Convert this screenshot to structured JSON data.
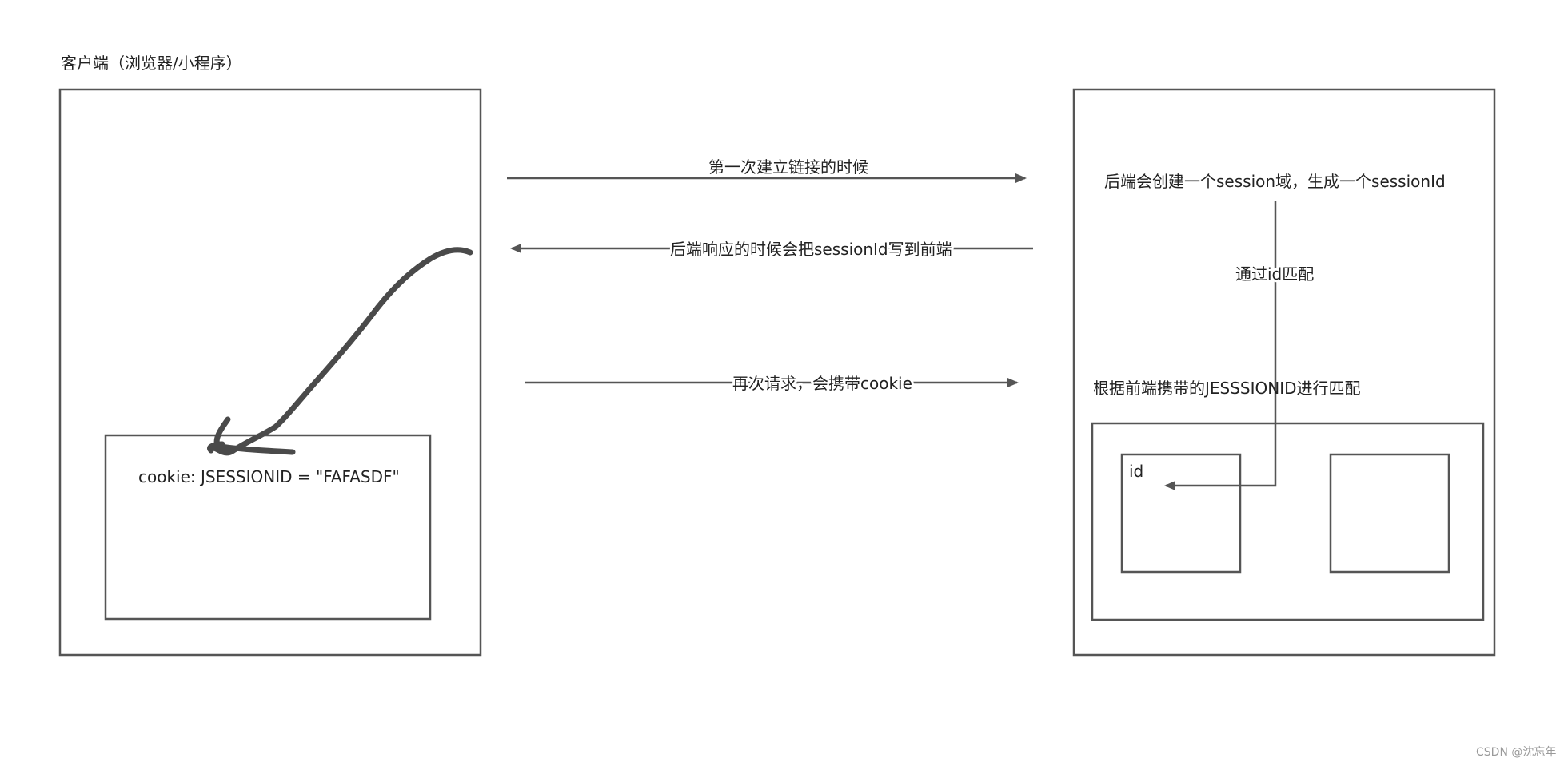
{
  "diagram": {
    "client_title": "客户端（浏览器/小程序）",
    "cookie_label": "cookie: JSESSIONID = \"FAFASDF\"",
    "first_connection_label": "第一次建立链接的时候",
    "response_label": "后端响应的时候会把sessionId写到前端",
    "second_request_label": "再次请求，会携带cookie",
    "server_create_label": "后端会创建一个session域，生成一个sessionId",
    "match_by_id_label": "通过id匹配",
    "match_jsessionid_label": "根据前端携带的JESSSIONID进行匹配",
    "session_id_label": "id"
  },
  "watermark": "CSDN @沈忘年",
  "colors": {
    "stroke": "#555555",
    "text": "#222222",
    "scribble": "#4a4a4a",
    "background": "#ffffff"
  }
}
